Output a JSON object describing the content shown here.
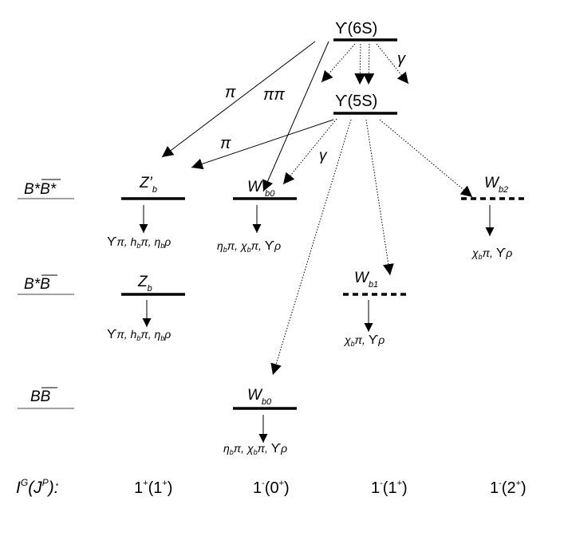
{
  "levels": {
    "upsilon_6s": "ϒ(6S)",
    "upsilon_5s": "ϒ(5S)",
    "zprime_b": {
      "main": "Z’",
      "sub": "b"
    },
    "wprime_b0": {
      "main": "W’",
      "sub": "b0"
    },
    "w_b2": {
      "main": "W",
      "sub": "b2"
    },
    "z_b": {
      "main": "Z",
      "sub": "b"
    },
    "w_b1": {
      "main": "W",
      "sub": "b1"
    },
    "w_b0": {
      "main": "W",
      "sub": "b0"
    }
  },
  "thresholds": {
    "bstar_bstar": "B*B*",
    "bstar_b": "B*B",
    "b_b": "BB"
  },
  "transitions": {
    "pi_6s_to_zprime": "π",
    "pipi_6s_to_wprime": "ππ",
    "gamma_6s": "γ",
    "pi_5s_to_zprime": "π",
    "gamma_5s_to_wprime": "γ"
  },
  "decays": {
    "zprime_b": {
      "ups": "ϒ",
      "rest": "π, h",
      "b1": "b",
      "pi2": "π, η",
      "b2": "b",
      "rho": "ρ"
    },
    "z_b": {
      "ups": "ϒ",
      "rest": "π, h",
      "b1": "b",
      "pi2": "π, η",
      "b2": "b",
      "rho": "ρ"
    },
    "wprime_b0": {
      "eta": "η",
      "b1": "b",
      "pichi": "π, χ",
      "b2": "b",
      "pi_sep": "π, ",
      "ups": "ϒ",
      "rho": "ρ"
    },
    "w_b0": {
      "eta": "η",
      "b1": "b",
      "pichi": "π, χ",
      "b2": "b",
      "pi_sep": "π, ",
      "ups": "ϒ",
      "rho": "ρ"
    },
    "w_b2": {
      "chi": "χ",
      "b": "b",
      "pi_sep": "π, ",
      "ups": "ϒ",
      "rho": "ρ"
    },
    "w_b1": {
      "chi": "χ",
      "b": "b",
      "pi_sep": "π, ",
      "ups": "ϒ",
      "rho": "ρ"
    }
  },
  "quantum_numbers": {
    "label": {
      "i": "I",
      "g": "G",
      "open": "(J",
      "p": "P",
      "close": "):"
    },
    "col1": {
      "a": "1",
      "b": "+",
      "c": "(1",
      "d": "+",
      "e": ")"
    },
    "col2": {
      "a": "1",
      "b": "-",
      "c": "(0",
      "d": "+",
      "e": ")"
    },
    "col3": {
      "a": "1",
      "b": "-",
      "c": "(1",
      "d": "+",
      "e": ")"
    },
    "col4": {
      "a": "1",
      "b": "-",
      "c": "(2",
      "d": "+",
      "e": ")"
    }
  }
}
